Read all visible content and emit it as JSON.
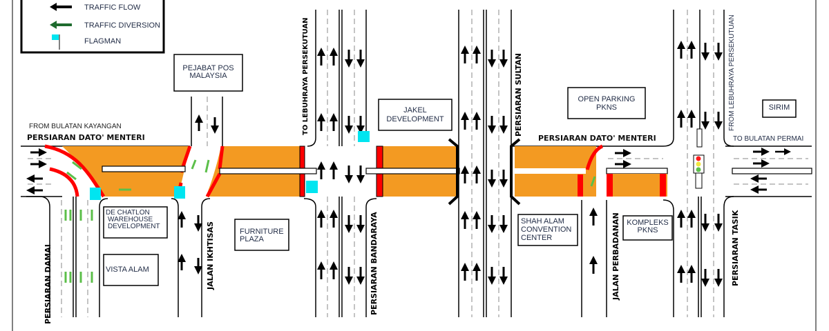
{
  "legend": {
    "items": [
      {
        "icon": "black-arrow-left-icon",
        "label": "TRAFFIC FLOW"
      },
      {
        "icon": "green-arrow-left-icon",
        "label": "TRAFFIC DIVERSION"
      },
      {
        "icon": "cyan-flag-icon",
        "label": "FLAGMAN"
      }
    ]
  },
  "colors": {
    "closure_fill": "#f39a22",
    "barrier_red": "#ff0000",
    "diversion_green": "#5cbf4a",
    "flagman_cyan": "#00e5f0",
    "road_line": "#000000",
    "label_text": "#1f2a44"
  },
  "roads": {
    "main_west": "PERSIARAN DATO' MENTERI",
    "main_east": "PERSIARAN DATO' MENTERI",
    "from_west": "FROM BULATAN KAYANGAN",
    "to_east": "TO BULATAN PERMAI",
    "damai": "PERSIARAN DAMAI",
    "ikhtisas": "JALAN IKHTISAS",
    "to_lebuhraya": "TO LEBUHRAYA PERSEKUTUAN",
    "bandaraya": "PERSIARAN BANDARAYA",
    "sultan": "PERSIARAN SULTAN",
    "perbadanan": "JALAN PERBADANAN",
    "from_lebuhraya": "FROM LEBUHRAYA PERSEKUTUAN",
    "tasik": "PERSIARAN TASIK"
  },
  "buildings": {
    "pos": [
      "PEJABAT POS",
      "MALAYSIA"
    ],
    "dechatlon": [
      "DE CHATLON",
      "WAREHOUSE",
      "DEVELOPMENT"
    ],
    "vista": [
      "VISTA ALAM"
    ],
    "furniture": [
      "FURNITURE",
      "PLAZA"
    ],
    "jakel": [
      "JAKEL",
      "DEVELOPMENT"
    ],
    "parking": [
      "OPEN PARKING",
      "PKNS"
    ],
    "sacc": [
      "SHAH ALAM",
      "CONVENTION",
      "CENTER"
    ],
    "kompleks": [
      "KOMPLEKS",
      "PKNS"
    ],
    "sirim": [
      "SIRIM"
    ]
  },
  "traffic_light": {
    "lamps": [
      "#ff1a1a",
      "#f0e640",
      "#5cbf4a"
    ]
  }
}
